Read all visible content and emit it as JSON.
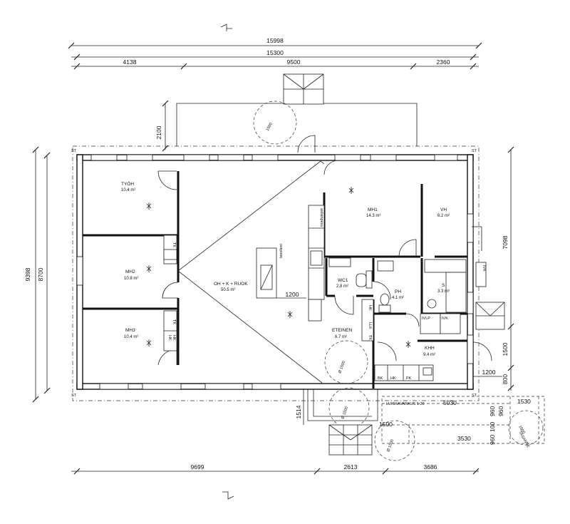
{
  "dimensions": {
    "overall": "15998",
    "inner": "15300",
    "top_segments": [
      "4138",
      "9500",
      "2360"
    ],
    "left_outer": "9398",
    "left_inner": "8700",
    "bottom_segments": [
      "9699",
      "2613",
      "3686"
    ],
    "right_tall": "7098",
    "right_lower_1": "1500",
    "right_lower_2": "800",
    "right_bottom_1200": "1200",
    "top_left_vertical": "2100",
    "interior_1200": "1200",
    "entrance_1514": "1514",
    "ramp_5030": "5030",
    "ramp_1530": "1530",
    "ramp_960_a": "960",
    "ramp_960_b": "960",
    "ramp_1500": "1500",
    "ramp_100": "100",
    "ramp_3530": "3530",
    "ramp_960_c": "960"
  },
  "rooms": {
    "tyoh": {
      "name": "TYÖH",
      "area": "10.4 m²"
    },
    "mh2": {
      "name": "MH2",
      "area": "10.8 m²"
    },
    "mh3": {
      "name": "MH3",
      "area": "10.4 m²"
    },
    "oh": {
      "name": "OH + K + RUOK",
      "area": "50.5 m²"
    },
    "mh1": {
      "name": "MH1",
      "area": "14.3 m²"
    },
    "vh": {
      "name": "VH",
      "area": "6.2 m²"
    },
    "wc1": {
      "name": "WC1",
      "area": "2.8 m²"
    },
    "ph": {
      "name": "PH",
      "area": "4.1 m²"
    },
    "s": {
      "name": "S",
      "area": "3.3 m²"
    },
    "eteinen": {
      "name": "ETEINEN",
      "area": "6.7 m²"
    },
    "khh": {
      "name": "KHH",
      "area": "9.4 m²"
    }
  },
  "labels": {
    "st_tl": "ST",
    "st_tr": "ST",
    "st_bl": "ST",
    "st_br": "ST",
    "tk_mh2": "TK",
    "tk_mh3": "TK",
    "hk_mh3": "HK",
    "hk_mh3b": "HK",
    "tasoliesi": "tasoliesi",
    "astianpesu": "astianpesu",
    "lk_et": "LLK",
    "hk_et": "HK",
    "tk_et": "TK",
    "ivlp": "IVLP",
    "ivk": "IVK",
    "bk": "BK",
    "hk_khh": "HK",
    "pk_khh": "PK",
    "ivk_side": "IVK",
    "luiska": "LUISKAVARAUS 1:20",
    "tasanne": "TASANNE",
    "circle_1500_top": "1500",
    "circle_1500_mid": "Ø 1500",
    "circle_1500_ent": "Ø 1500",
    "circle_1500_ramp": "Ø 1500",
    "circle_1500_tasanne": "1500"
  },
  "icons": {
    "north_arrow_top": "section-arrow-icon",
    "north_arrow_bottom": "section-arrow-icon",
    "smoke_detector": "smoke-detector-icon"
  },
  "colors": {
    "line": "#111111",
    "background": "#ffffff"
  }
}
